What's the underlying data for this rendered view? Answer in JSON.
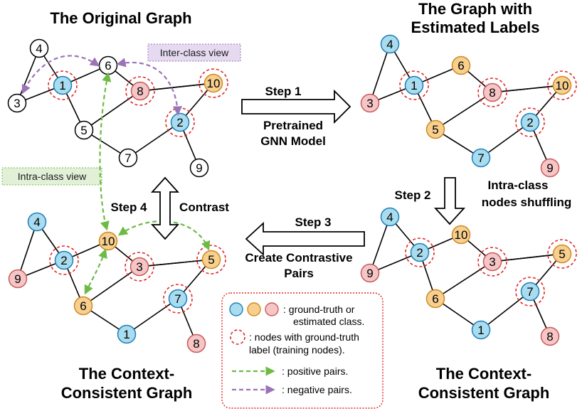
{
  "colors": {
    "blue": "#a9dcef",
    "blue_stroke": "#1e7fb8",
    "orange": "#f7cf8f",
    "orange_stroke": "#d08a1f",
    "pink": "#f6c6c6",
    "pink_stroke": "#c95a5a",
    "white": "#ffffff",
    "ring": "#e0282a",
    "positive": "#6dbb45",
    "negative": "#9b74b8"
  },
  "titles": {
    "original": "The Original Graph",
    "estimated_line1": "The Graph with",
    "estimated_line2": "Estimated Labels",
    "context_left_line1": "The Context-",
    "context_left_line2": "Consistent Graph",
    "context_right_line1": "The Context-",
    "context_right_line2": "Consistent Graph"
  },
  "steps": {
    "step1": "Step 1",
    "step1_desc_line1": "Pretrained",
    "step1_desc_line2": "GNN Model",
    "step2": "Step 2",
    "step2_desc_line1": "Intra-class",
    "step2_desc_line2": "nodes shuffling",
    "step3": "Step 3",
    "step3_desc_line1": "Create Contrastive",
    "step3_desc_line2": "Pairs",
    "step4": "Step 4",
    "step4_desc": "Contrast"
  },
  "views": {
    "inter": "Inter-class view",
    "intra": "Intra-class view"
  },
  "legend": {
    "class_line1": ": ground-truth or",
    "class_line2": "estimated class.",
    "train_line1": ": nodes with ground-truth",
    "train_line2": "label (training nodes).",
    "positive": ": positive pairs.",
    "negative": ": negative pairs."
  },
  "graphs": {
    "original": {
      "nodes": [
        {
          "label": "4",
          "cls": "white",
          "ring": false
        },
        {
          "label": "6",
          "cls": "white",
          "ring": false
        },
        {
          "label": "1",
          "cls": "blue",
          "ring": true
        },
        {
          "label": "8",
          "cls": "pink",
          "ring": true
        },
        {
          "label": "10",
          "cls": "orange",
          "ring": true
        },
        {
          "label": "3",
          "cls": "white",
          "ring": false
        },
        {
          "label": "5",
          "cls": "white",
          "ring": false
        },
        {
          "label": "2",
          "cls": "blue",
          "ring": true
        },
        {
          "label": "7",
          "cls": "white",
          "ring": false
        },
        {
          "label": "9",
          "cls": "white",
          "ring": false
        }
      ]
    },
    "estimated": {
      "nodes": [
        {
          "label": "4",
          "cls": "blue",
          "ring": false
        },
        {
          "label": "6",
          "cls": "orange",
          "ring": false
        },
        {
          "label": "1",
          "cls": "blue",
          "ring": true
        },
        {
          "label": "8",
          "cls": "pink",
          "ring": true
        },
        {
          "label": "10",
          "cls": "orange",
          "ring": true
        },
        {
          "label": "3",
          "cls": "pink",
          "ring": false
        },
        {
          "label": "5",
          "cls": "orange",
          "ring": false
        },
        {
          "label": "2",
          "cls": "blue",
          "ring": true
        },
        {
          "label": "7",
          "cls": "blue",
          "ring": false
        },
        {
          "label": "9",
          "cls": "pink",
          "ring": false
        }
      ]
    },
    "shuffled_right": {
      "nodes": [
        {
          "label": "4",
          "cls": "blue",
          "ring": false
        },
        {
          "label": "10",
          "cls": "orange",
          "ring": false
        },
        {
          "label": "2",
          "cls": "blue",
          "ring": true
        },
        {
          "label": "3",
          "cls": "pink",
          "ring": true
        },
        {
          "label": "5",
          "cls": "orange",
          "ring": true
        },
        {
          "label": "9",
          "cls": "pink",
          "ring": false
        },
        {
          "label": "6",
          "cls": "orange",
          "ring": false
        },
        {
          "label": "7",
          "cls": "blue",
          "ring": true
        },
        {
          "label": "1",
          "cls": "blue",
          "ring": false
        },
        {
          "label": "8",
          "cls": "pink",
          "ring": false
        }
      ]
    },
    "shuffled_left": {
      "nodes": [
        {
          "label": "4",
          "cls": "blue",
          "ring": false
        },
        {
          "label": "10",
          "cls": "orange",
          "ring": false
        },
        {
          "label": "2",
          "cls": "blue",
          "ring": true
        },
        {
          "label": "3",
          "cls": "pink",
          "ring": true
        },
        {
          "label": "5",
          "cls": "orange",
          "ring": true
        },
        {
          "label": "9",
          "cls": "pink",
          "ring": false
        },
        {
          "label": "6",
          "cls": "orange",
          "ring": false
        },
        {
          "label": "7",
          "cls": "blue",
          "ring": true
        },
        {
          "label": "1",
          "cls": "blue",
          "ring": false
        },
        {
          "label": "8",
          "cls": "pink",
          "ring": false
        }
      ]
    }
  }
}
